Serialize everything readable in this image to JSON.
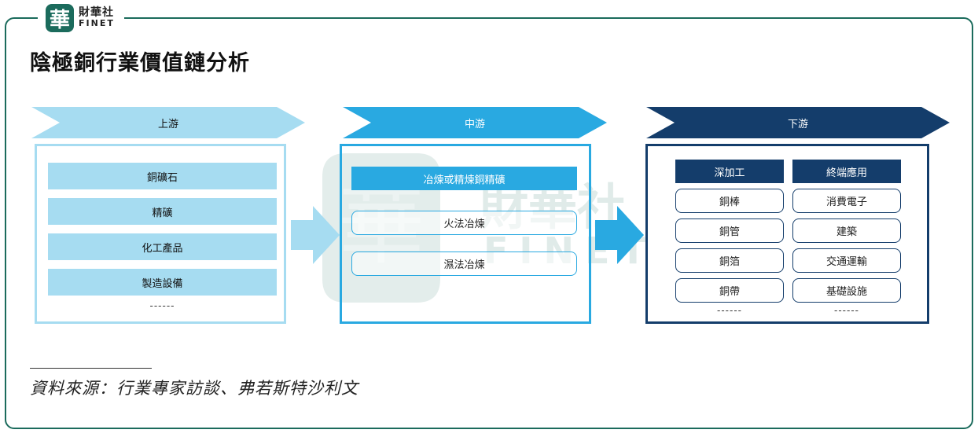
{
  "brand": {
    "seal": "華",
    "cn": "財華社",
    "en": "FINET"
  },
  "title": "陰極銅行業價值鏈分析",
  "watermark": {
    "seal": "華",
    "cn": "財華社",
    "en": "FINET"
  },
  "stages": {
    "upstream": {
      "label": "上游",
      "items": [
        "銅礦石",
        "精礦",
        "化工產品",
        "製造設備"
      ],
      "more": "------"
    },
    "midstream": {
      "label": "中游",
      "header": "冶煉或精煉銅精礦",
      "items": [
        "火法冶煉",
        "濕法冶煉"
      ]
    },
    "downstream": {
      "label": "下游",
      "processing": {
        "header": "深加工",
        "items": [
          "銅棒",
          "銅管",
          "銅箔",
          "銅帶"
        ],
        "more": "------"
      },
      "end_use": {
        "header": "終端應用",
        "items": [
          "消費電子",
          "建築",
          "交通運輸",
          "基礎設施"
        ],
        "more": "------"
      }
    }
  },
  "source": "資料來源：行業專家訪談、弗若斯特沙利文",
  "colors": {
    "frame": "#1b6b5c",
    "upstream": "#a6dcf1",
    "midstream": "#29a9e1",
    "downstream": "#143d6b"
  }
}
